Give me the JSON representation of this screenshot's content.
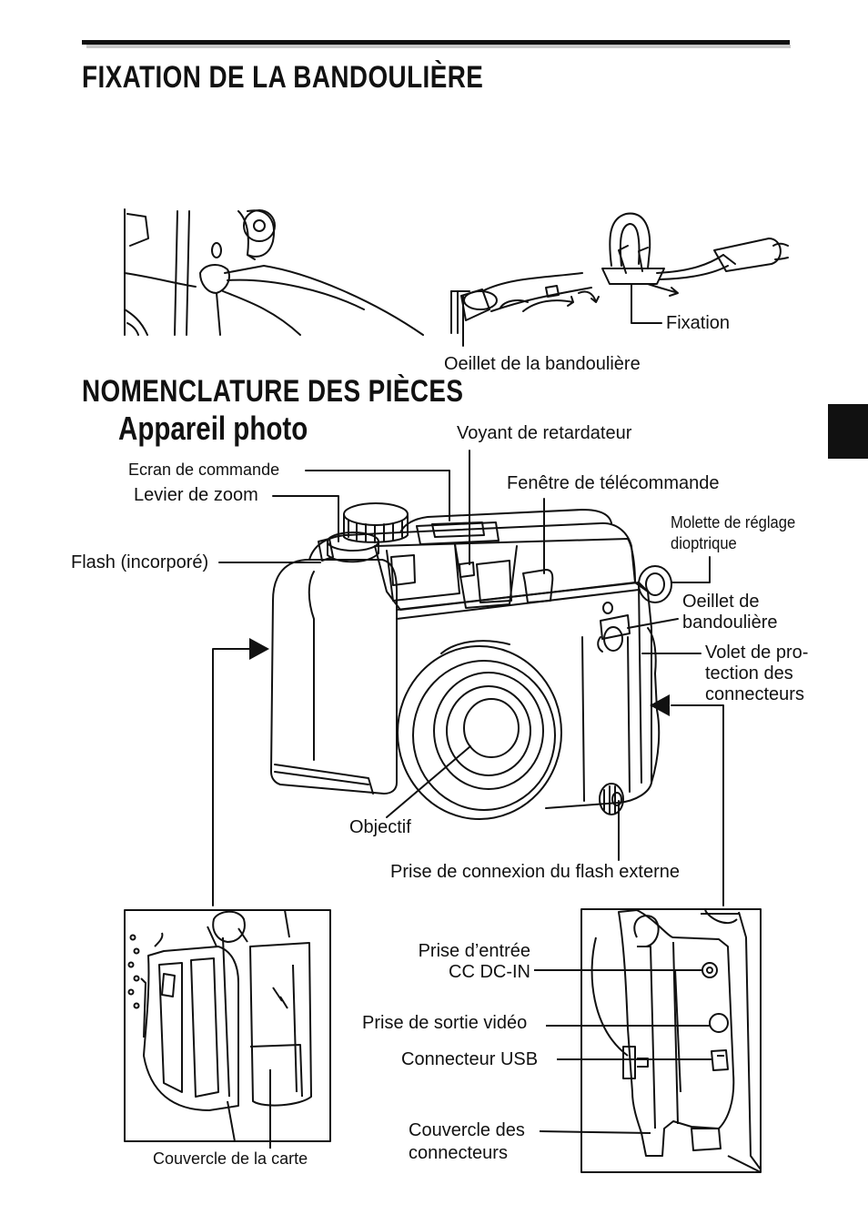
{
  "section_strap": {
    "title": "FIXATION DE LA BANDOULIÈRE",
    "labels": {
      "fixation": "Fixation",
      "oeillet": "Oeillet de la bandoulière"
    }
  },
  "section_parts": {
    "title": "NOMENCLATURE DES PIÈCES",
    "subtitle": "Appareil photo",
    "labels": {
      "voyant": "Voyant de retardateur",
      "ecran": "Ecran de commande",
      "levier": "Levier de zoom",
      "fenetre": "Fenêtre de télécommande",
      "molette_1": "Molette de réglage",
      "molette_2": "dioptrique",
      "flash": "Flash (incorporé)",
      "oeillet_1": "Oeillet de",
      "oeillet_2": "bandoulière",
      "volet_1": "Volet de pro-",
      "volet_2": "tection des",
      "volet_3": "connecteurs",
      "objectif": "Objectif",
      "prise_flash": "Prise de connexion du flash externe",
      "prise_dcin_1": "Prise d’entrée",
      "prise_dcin_2": "CC DC-IN",
      "prise_video": "Prise de sortie vidéo",
      "usb": "Connecteur USB",
      "couvercle_conn_1": "Couvercle des",
      "couvercle_conn_2": "connecteurs",
      "couvercle_carte": "Couvercle de la carte"
    }
  }
}
